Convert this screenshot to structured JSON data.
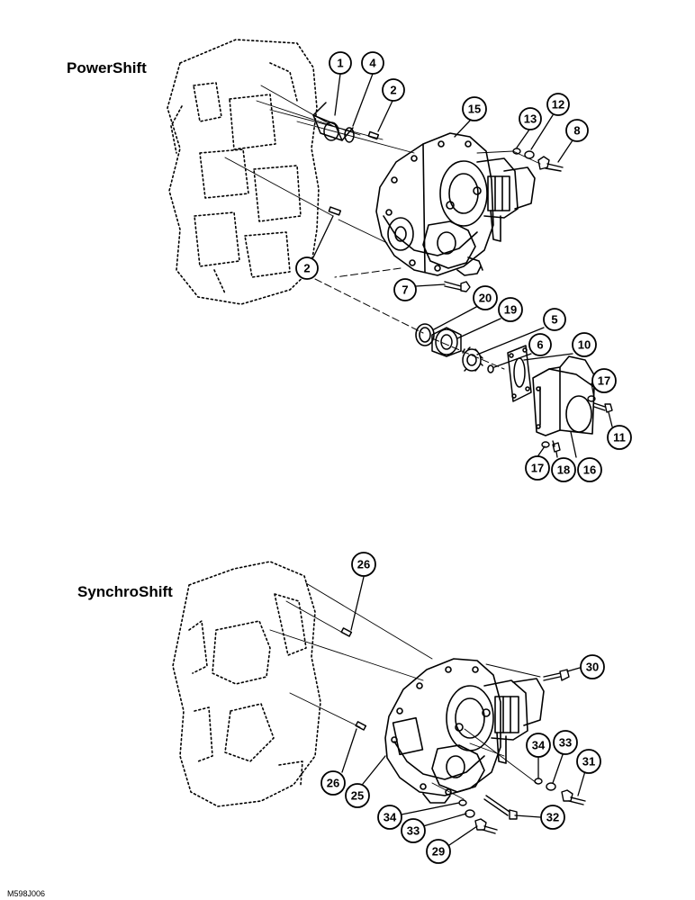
{
  "sections": {
    "powershift_title": "PowerShift",
    "synchroshift_title": "SynchroShift"
  },
  "figure_code": "M598J006",
  "callouts": {
    "powershift": [
      "1",
      "4",
      "2",
      "15",
      "13",
      "12",
      "8",
      "2",
      "7",
      "20",
      "19",
      "5",
      "6",
      "10",
      "17",
      "11",
      "17",
      "18",
      "16"
    ],
    "synchroshift": [
      "26",
      "30",
      "34",
      "33",
      "31",
      "26",
      "25",
      "32",
      "34",
      "33",
      "29"
    ]
  },
  "colors": {
    "ink": "#000000",
    "paper": "#ffffff"
  }
}
